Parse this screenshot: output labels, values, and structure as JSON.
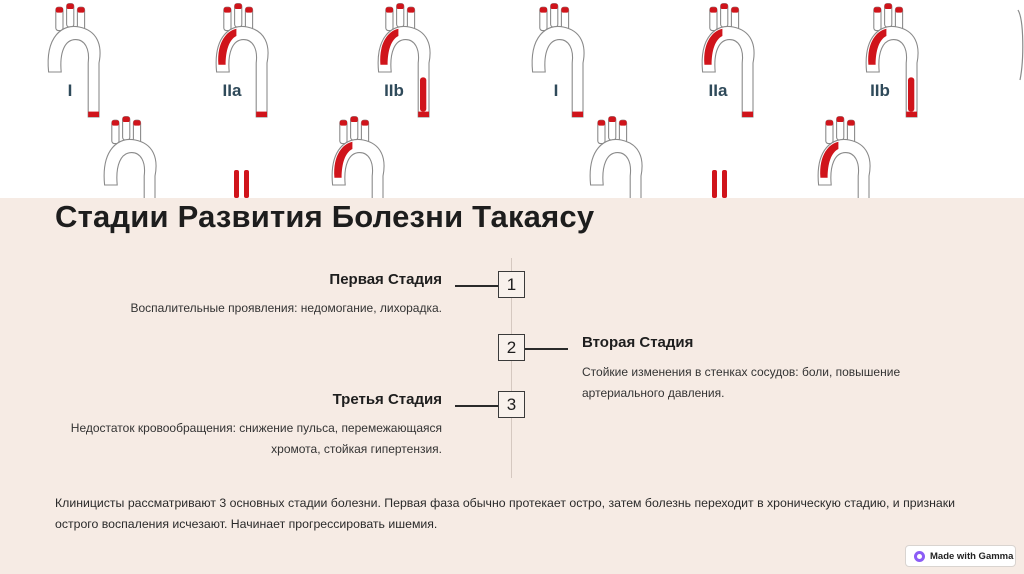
{
  "banner": {
    "labels": [
      "I",
      "IIa",
      "IIb",
      "I",
      "IIa",
      "IIb"
    ],
    "arch_color": "#d0141b",
    "outline_color": "#8a8a8a"
  },
  "title": "Стадии Развития Болезни Такаясу",
  "stages": [
    {
      "number": "1",
      "title": "Первая Стадия",
      "description": "Воспалительные проявления: недомогание, лихорадка."
    },
    {
      "number": "2",
      "title": "Вторая Стадия",
      "description_line1": "Стойкие изменения в стенках сосудов: боли, повышение",
      "description_line2": "артериального давления."
    },
    {
      "number": "3",
      "title": "Третья Стадия",
      "description_line1": "Недостаток кровообращения: снижение пульса, перемежающаяся",
      "description_line2": "хромота, стойкая гипертензия."
    }
  ],
  "summary_line1": "Клиницисты рассматривают 3 основных стадии болезни. Первая фаза обычно протекает остро, затем болезнь переходит в хроническую стадию, и признаки",
  "summary_line2": "острого воспаления исчезают. Начинает прогрессировать ишемия.",
  "badge": {
    "label": "Made with Gamma",
    "icon": "gamma-logo-icon",
    "accent": "#8b5cf6"
  }
}
